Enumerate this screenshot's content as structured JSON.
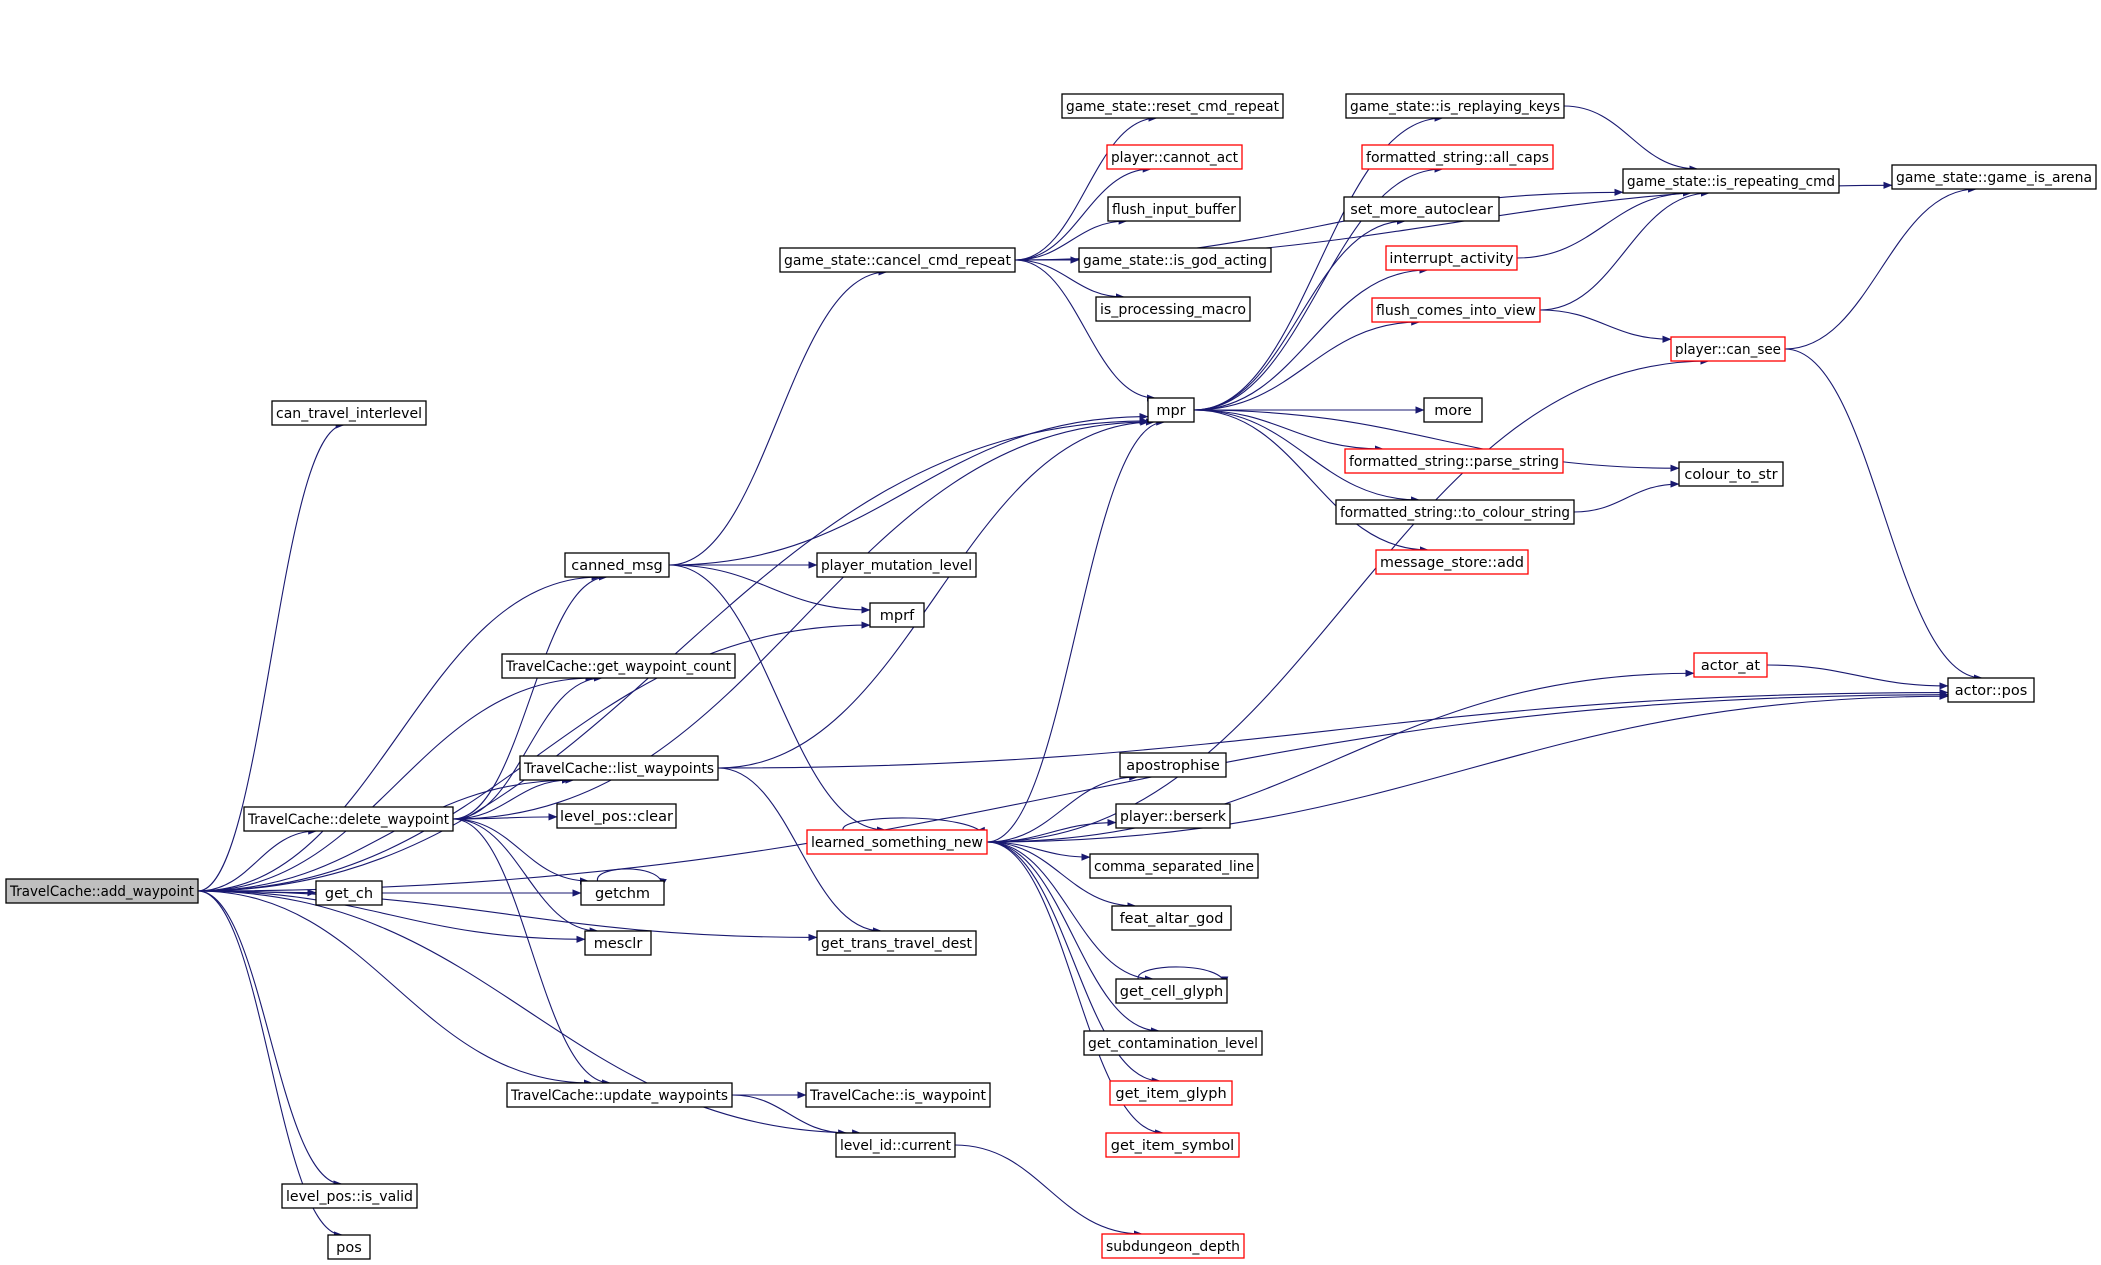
{
  "colors": {
    "background": "#ffffff",
    "edge": "#191970",
    "node_border": "#000000",
    "node_border_truncated": "#ff0000",
    "root_fill": "#bfbfbf",
    "node_fill": "#ffffff",
    "text": "#000000"
  },
  "nodes": [
    {
      "id": "add_waypoint",
      "label": "TravelCache::add_waypoint",
      "style": "root"
    },
    {
      "id": "can_travel_interlevel",
      "label": "can_travel_interlevel",
      "style": "normal"
    },
    {
      "id": "canned_msg",
      "label": "canned_msg",
      "style": "normal"
    },
    {
      "id": "get_waypoint_count",
      "label": "TravelCache::get_waypoint_count",
      "style": "normal"
    },
    {
      "id": "list_waypoints",
      "label": "TravelCache::list_waypoints",
      "style": "normal"
    },
    {
      "id": "delete_waypoint",
      "label": "TravelCache::delete_waypoint",
      "style": "normal"
    },
    {
      "id": "get_ch",
      "label": "get_ch",
      "style": "normal"
    },
    {
      "id": "getchm",
      "label": "getchm",
      "style": "normal"
    },
    {
      "id": "mesclr",
      "label": "mesclr",
      "style": "normal"
    },
    {
      "id": "update_waypoints",
      "label": "TravelCache::update_waypoints",
      "style": "normal"
    },
    {
      "id": "level_pos_is_valid",
      "label": "level_pos::is_valid",
      "style": "normal"
    },
    {
      "id": "pos",
      "label": "pos",
      "style": "normal"
    },
    {
      "id": "level_pos_clear",
      "label": "level_pos::clear",
      "style": "normal"
    },
    {
      "id": "mprf",
      "label": "mprf",
      "style": "normal"
    },
    {
      "id": "player_mutation_level",
      "label": "player_mutation_level",
      "style": "normal"
    },
    {
      "id": "get_trans_travel_dest",
      "label": "get_trans_travel_dest",
      "style": "normal"
    },
    {
      "id": "is_waypoint",
      "label": "TravelCache::is_waypoint",
      "style": "normal"
    },
    {
      "id": "level_id_current",
      "label": "level_id::current",
      "style": "normal"
    },
    {
      "id": "cancel_cmd_repeat",
      "label": "game_state::cancel_cmd_repeat",
      "style": "normal"
    },
    {
      "id": "learned_something_new",
      "label": "learned_something_new",
      "style": "truncated"
    },
    {
      "id": "reset_cmd_repeat",
      "label": "game_state::reset_cmd_repeat",
      "style": "normal"
    },
    {
      "id": "cannot_act",
      "label": "player::cannot_act",
      "style": "truncated"
    },
    {
      "id": "flush_input_buffer",
      "label": "flush_input_buffer",
      "style": "normal"
    },
    {
      "id": "is_god_acting",
      "label": "game_state::is_god_acting",
      "style": "normal"
    },
    {
      "id": "is_processing_macro",
      "label": "is_processing_macro",
      "style": "normal"
    },
    {
      "id": "mpr",
      "label": "mpr",
      "style": "normal"
    },
    {
      "id": "apostrophise",
      "label": "apostrophise",
      "style": "normal"
    },
    {
      "id": "berserk",
      "label": "player::berserk",
      "style": "normal"
    },
    {
      "id": "comma_separated_line",
      "label": "comma_separated_line",
      "style": "normal"
    },
    {
      "id": "feat_altar_god",
      "label": "feat_altar_god",
      "style": "normal"
    },
    {
      "id": "get_cell_glyph",
      "label": "get_cell_glyph",
      "style": "normal"
    },
    {
      "id": "get_contamination_level",
      "label": "get_contamination_level",
      "style": "normal"
    },
    {
      "id": "get_item_glyph",
      "label": "get_item_glyph",
      "style": "truncated"
    },
    {
      "id": "get_item_symbol",
      "label": "get_item_symbol",
      "style": "truncated"
    },
    {
      "id": "subdungeon_depth",
      "label": "subdungeon_depth",
      "style": "truncated"
    },
    {
      "id": "is_replaying_keys",
      "label": "game_state::is_replaying_keys",
      "style": "normal"
    },
    {
      "id": "all_caps",
      "label": "formatted_string::all_caps",
      "style": "truncated"
    },
    {
      "id": "set_more_autoclear",
      "label": "set_more_autoclear",
      "style": "normal"
    },
    {
      "id": "interrupt_activity",
      "label": "interrupt_activity",
      "style": "truncated"
    },
    {
      "id": "flush_comes_into_view",
      "label": "flush_comes_into_view",
      "style": "truncated"
    },
    {
      "id": "more",
      "label": "more",
      "style": "normal"
    },
    {
      "id": "parse_string",
      "label": "formatted_string::parse_string",
      "style": "truncated"
    },
    {
      "id": "to_colour_string",
      "label": "formatted_string::to_colour_string",
      "style": "normal"
    },
    {
      "id": "message_store_add",
      "label": "message_store::add",
      "style": "truncated"
    },
    {
      "id": "actor_at",
      "label": "actor_at",
      "style": "truncated"
    },
    {
      "id": "is_repeating_cmd",
      "label": "game_state::is_repeating_cmd",
      "style": "normal"
    },
    {
      "id": "player_can_see",
      "label": "player::can_see",
      "style": "truncated"
    },
    {
      "id": "colour_to_str",
      "label": "colour_to_str",
      "style": "normal"
    },
    {
      "id": "game_is_arena",
      "label": "game_state::game_is_arena",
      "style": "normal"
    },
    {
      "id": "actor_pos",
      "label": "actor::pos",
      "style": "normal"
    }
  ],
  "edges": [
    [
      "add_waypoint",
      "can_travel_interlevel"
    ],
    [
      "add_waypoint",
      "mpr"
    ],
    [
      "add_waypoint",
      "canned_msg"
    ],
    [
      "add_waypoint",
      "mprf"
    ],
    [
      "add_waypoint",
      "get_waypoint_count"
    ],
    [
      "add_waypoint",
      "list_waypoints"
    ],
    [
      "add_waypoint",
      "delete_waypoint"
    ],
    [
      "add_waypoint",
      "get_ch"
    ],
    [
      "add_waypoint",
      "mesclr"
    ],
    [
      "add_waypoint",
      "get_trans_travel_dest"
    ],
    [
      "add_waypoint",
      "actor_pos"
    ],
    [
      "add_waypoint",
      "update_waypoints"
    ],
    [
      "add_waypoint",
      "level_id_current"
    ],
    [
      "add_waypoint",
      "level_pos_is_valid"
    ],
    [
      "add_waypoint",
      "pos"
    ],
    [
      "delete_waypoint",
      "canned_msg"
    ],
    [
      "delete_waypoint",
      "get_waypoint_count"
    ],
    [
      "delete_waypoint",
      "list_waypoints"
    ],
    [
      "delete_waypoint",
      "level_pos_clear"
    ],
    [
      "delete_waypoint",
      "getchm"
    ],
    [
      "delete_waypoint",
      "mesclr"
    ],
    [
      "delete_waypoint",
      "update_waypoints"
    ],
    [
      "delete_waypoint",
      "mpr"
    ],
    [
      "get_ch",
      "getchm"
    ],
    [
      "getchm",
      "getchm"
    ],
    [
      "list_waypoints",
      "mpr"
    ],
    [
      "list_waypoints",
      "get_trans_travel_dest"
    ],
    [
      "list_waypoints",
      "actor_pos"
    ],
    [
      "canned_msg",
      "cancel_cmd_repeat"
    ],
    [
      "canned_msg",
      "mpr"
    ],
    [
      "canned_msg",
      "player_mutation_level"
    ],
    [
      "canned_msg",
      "mprf"
    ],
    [
      "canned_msg",
      "learned_something_new"
    ],
    [
      "update_waypoints",
      "is_waypoint"
    ],
    [
      "update_waypoints",
      "level_id_current"
    ],
    [
      "level_id_current",
      "subdungeon_depth"
    ],
    [
      "cancel_cmd_repeat",
      "reset_cmd_repeat"
    ],
    [
      "cancel_cmd_repeat",
      "cannot_act"
    ],
    [
      "cancel_cmd_repeat",
      "flush_input_buffer"
    ],
    [
      "cancel_cmd_repeat",
      "is_god_acting"
    ],
    [
      "cancel_cmd_repeat",
      "is_processing_macro"
    ],
    [
      "cancel_cmd_repeat",
      "mpr"
    ],
    [
      "cancel_cmd_repeat",
      "is_repeating_cmd"
    ],
    [
      "cancel_cmd_repeat",
      "game_is_arena"
    ],
    [
      "learned_something_new",
      "learned_something_new"
    ],
    [
      "learned_something_new",
      "mpr"
    ],
    [
      "learned_something_new",
      "apostrophise"
    ],
    [
      "learned_something_new",
      "berserk"
    ],
    [
      "learned_something_new",
      "comma_separated_line"
    ],
    [
      "learned_something_new",
      "feat_altar_god"
    ],
    [
      "learned_something_new",
      "get_cell_glyph"
    ],
    [
      "learned_something_new",
      "get_contamination_level"
    ],
    [
      "learned_something_new",
      "get_item_glyph"
    ],
    [
      "learned_something_new",
      "get_item_symbol"
    ],
    [
      "learned_something_new",
      "actor_at"
    ],
    [
      "learned_something_new",
      "actor_pos"
    ],
    [
      "learned_something_new",
      "player_can_see"
    ],
    [
      "get_cell_glyph",
      "get_cell_glyph"
    ],
    [
      "mpr",
      "is_replaying_keys"
    ],
    [
      "mpr",
      "all_caps"
    ],
    [
      "mpr",
      "set_more_autoclear"
    ],
    [
      "mpr",
      "interrupt_activity"
    ],
    [
      "mpr",
      "flush_comes_into_view"
    ],
    [
      "mpr",
      "more"
    ],
    [
      "mpr",
      "parse_string"
    ],
    [
      "mpr",
      "to_colour_string"
    ],
    [
      "mpr",
      "message_store_add"
    ],
    [
      "mpr",
      "colour_to_str"
    ],
    [
      "is_replaying_keys",
      "is_repeating_cmd"
    ],
    [
      "interrupt_activity",
      "is_repeating_cmd"
    ],
    [
      "flush_comes_into_view",
      "is_repeating_cmd"
    ],
    [
      "flush_comes_into_view",
      "player_can_see"
    ],
    [
      "to_colour_string",
      "colour_to_str"
    ],
    [
      "actor_at",
      "actor_pos"
    ],
    [
      "player_can_see",
      "game_is_arena"
    ],
    [
      "player_can_see",
      "actor_pos"
    ]
  ]
}
